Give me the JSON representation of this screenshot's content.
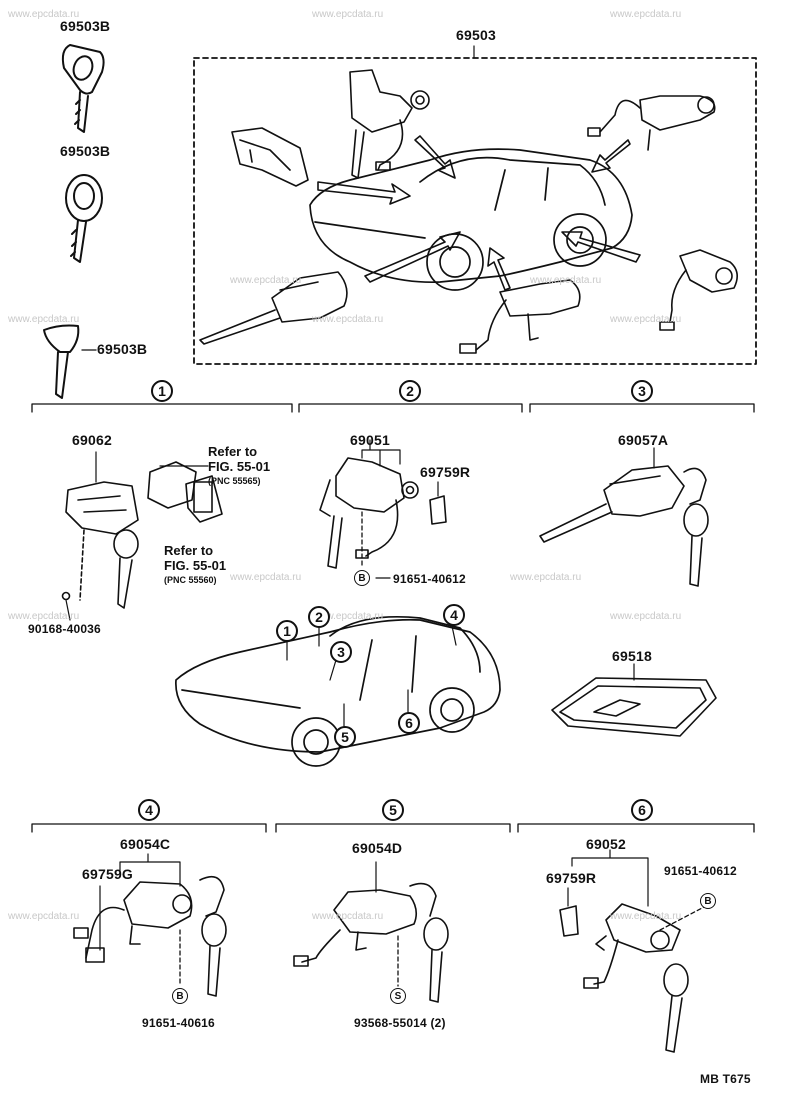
{
  "watermark": "www.epcdata.ru",
  "top": {
    "group_label": "69503",
    "keys": [
      "69503B",
      "69503B",
      "69503B"
    ]
  },
  "sections": [
    {
      "num": "1"
    },
    {
      "num": "2"
    },
    {
      "num": "3"
    },
    {
      "num": "4"
    },
    {
      "num": "5"
    },
    {
      "num": "6"
    }
  ],
  "section1": {
    "part": "69062",
    "refer1_line1": "Refer to",
    "refer1_line2": "FIG. 55-01",
    "refer1_pnc": "(PNC 55565)",
    "refer2_line1": "Refer to",
    "refer2_line2": "FIG. 55-01",
    "refer2_pnc": "(PNC 55560)",
    "screw": "90168-40036"
  },
  "section2": {
    "part": "69051",
    "sub": "69759R",
    "bolt_mark": "B",
    "bolt": "91651-40612"
  },
  "section3": {
    "part": "69057A"
  },
  "middle": {
    "plate": "69518",
    "car_markers": [
      "1",
      "2",
      "3",
      "4",
      "5",
      "6"
    ]
  },
  "section4": {
    "part": "69054C",
    "sub": "69759G",
    "bolt_mark": "B",
    "bolt": "91651-40616"
  },
  "section5": {
    "part": "69054D",
    "screw_mark": "S",
    "screw": "93568-55014 (2)"
  },
  "section6": {
    "part": "69052",
    "sub": "69759R",
    "bolt_mark": "B",
    "bolt": "91651-40612"
  },
  "footer": {
    "code": "MB  T675"
  }
}
